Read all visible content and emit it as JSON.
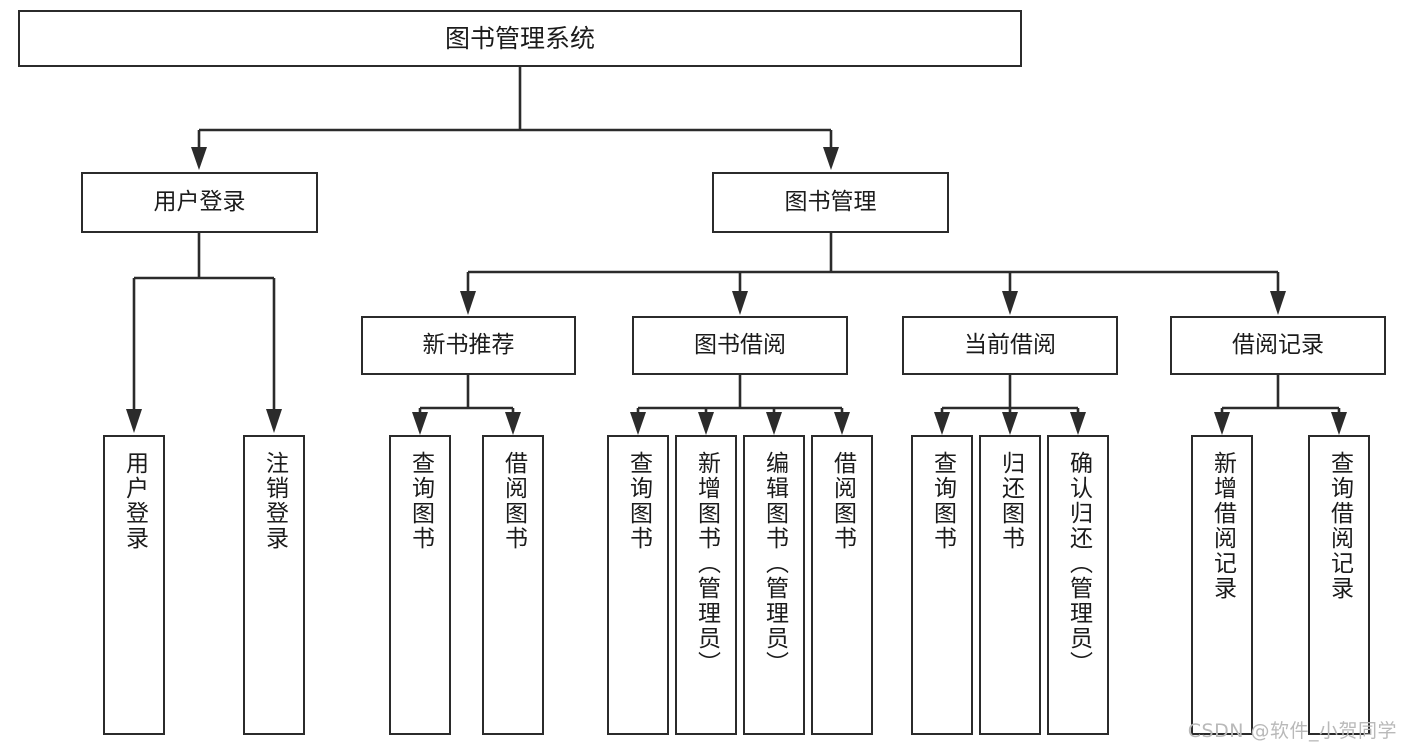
{
  "diagram": {
    "title": "图书管理系统",
    "type": "tree",
    "watermark": "CSDN @软件_小贺同学",
    "colors": {
      "stroke": "#2b2b2b",
      "fill": "#ffffff",
      "text": "#1b1b1b",
      "watermark": "#b9b9b9"
    },
    "root": {
      "label": "图书管理系统"
    },
    "level1": [
      {
        "label": "用户登录"
      },
      {
        "label": "图书管理"
      }
    ],
    "level2": [
      {
        "label": "新书推荐"
      },
      {
        "label": "图书借阅"
      },
      {
        "label": "当前借阅"
      },
      {
        "label": "借阅记录"
      }
    ],
    "leaves": {
      "user_login": [
        {
          "label": "用户登录"
        },
        {
          "label": "注销登录"
        }
      ],
      "new_book": [
        {
          "label": "查询图书"
        },
        {
          "label": "借阅图书"
        }
      ],
      "borrow": [
        {
          "label": "查询图书"
        },
        {
          "label": "新增图书（管理员）"
        },
        {
          "label": "编辑图书（管理员）"
        },
        {
          "label": "借阅图书"
        }
      ],
      "current": [
        {
          "label": "查询图书"
        },
        {
          "label": "归还图书"
        },
        {
          "label": "确认归还（管理员）"
        }
      ],
      "records": [
        {
          "label": "新增借阅记录"
        },
        {
          "label": "查询借阅记录"
        }
      ]
    }
  }
}
